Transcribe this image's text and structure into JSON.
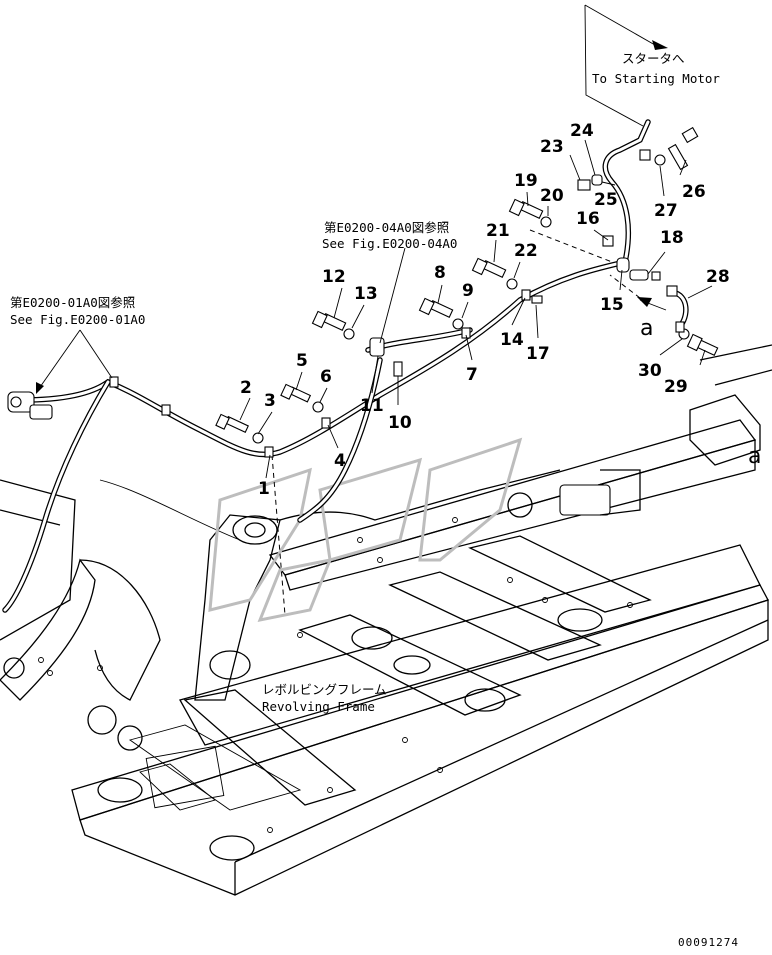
{
  "callouts": {
    "starter": {
      "jp": "スタータへ",
      "en": "To Starting Motor"
    },
    "ref_04a0": {
      "jp": "第E0200-04A0図参照",
      "en": "See Fig.E0200-04A0"
    },
    "ref_01a0": {
      "jp": "第E0200-01A0図参照",
      "en": "See Fig.E0200-01A0"
    },
    "frame": {
      "jp": "レボルビングフレーム",
      "en": "Revolving Frame"
    },
    "view_a": "a",
    "view_a2": "a"
  },
  "part_numbers": [
    "1",
    "2",
    "3",
    "4",
    "5",
    "6",
    "7",
    "8",
    "9",
    "10",
    "11",
    "12",
    "13",
    "14",
    "15",
    "16",
    "17",
    "18",
    "19",
    "20",
    "21",
    "22",
    "23",
    "24",
    "25",
    "26",
    "27",
    "28",
    "29",
    "30"
  ],
  "drawing_code": "00091274",
  "colors": {
    "line": "#000000",
    "background": "#ffffff",
    "watermark": "#bdbdbd"
  }
}
